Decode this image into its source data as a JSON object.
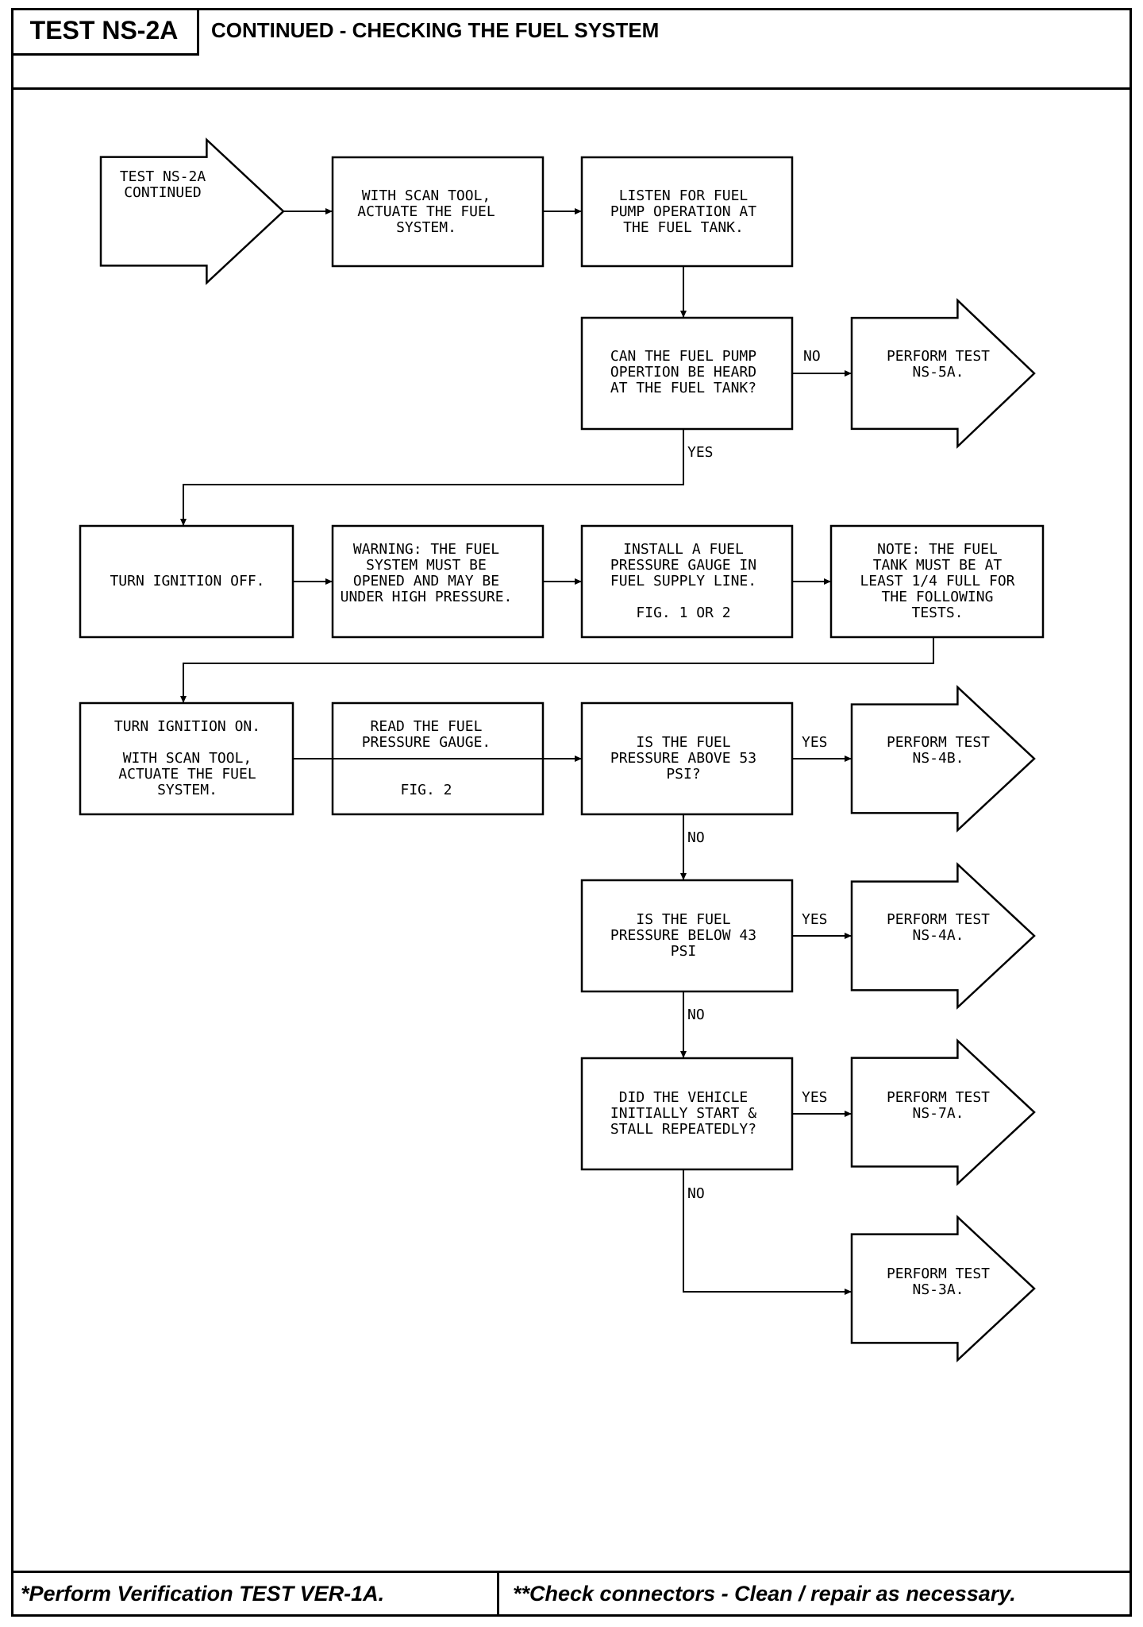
{
  "header": {
    "test_id": "TEST NS-2A",
    "title": "CONTINUED - CHECKING THE FUEL SYSTEM"
  },
  "footer": {
    "left": "*Perform Verification TEST VER-1A.",
    "right": "**Check connectors - Clean / repair as necessary."
  },
  "flowchart": {
    "nodes": {
      "start": [
        "TEST NS-2A",
        "CONTINUED"
      ],
      "actuate_1": [
        "WITH SCAN TOOL,",
        "ACTUATE THE FUEL",
        "SYSTEM."
      ],
      "listen": [
        "LISTEN FOR FUEL",
        "PUMP OPERATION AT",
        "THE FUEL TANK."
      ],
      "q_heard": [
        "CAN THE FUEL PUMP",
        "OPERTION BE HEARD",
        "AT THE FUEL TANK?"
      ],
      "test_5a": [
        "PERFORM TEST",
        "NS-5A."
      ],
      "ign_off": [
        "TURN IGNITION OFF."
      ],
      "warning": [
        "WARNING: THE FUEL",
        "SYSTEM MUST BE",
        "OPENED AND MAY BE",
        "UNDER HIGH PRESSURE."
      ],
      "install": [
        "INSTALL A FUEL",
        "PRESSURE GAUGE IN",
        "FUEL SUPPLY LINE.",
        "",
        "FIG. 1 OR 2"
      ],
      "note": [
        "NOTE: THE FUEL",
        "TANK MUST BE AT",
        "LEAST 1/4 FULL FOR",
        "THE FOLLOWING",
        "TESTS."
      ],
      "ign_on": [
        "TURN IGNITION ON.",
        "",
        "WITH SCAN TOOL,",
        "ACTUATE THE FUEL",
        "SYSTEM."
      ],
      "read": [
        "READ THE FUEL",
        "PRESSURE GAUGE.",
        "",
        "",
        "FIG. 2"
      ],
      "q_above": [
        "IS THE FUEL",
        "PRESSURE ABOVE 53",
        "PSI?"
      ],
      "test_4b": [
        "PERFORM TEST",
        "NS-4B."
      ],
      "q_below": [
        "IS THE FUEL",
        "PRESSURE BELOW 43",
        "PSI"
      ],
      "test_4a": [
        "PERFORM TEST",
        "NS-4A."
      ],
      "q_stall": [
        "DID THE VEHICLE",
        "INITIALLY START &",
        "STALL REPEATEDLY?"
      ],
      "test_7a": [
        "PERFORM TEST",
        "NS-7A."
      ],
      "test_3a": [
        "PERFORM TEST",
        "NS-3A."
      ]
    },
    "edge_labels": {
      "no": "NO",
      "yes": "YES"
    }
  }
}
